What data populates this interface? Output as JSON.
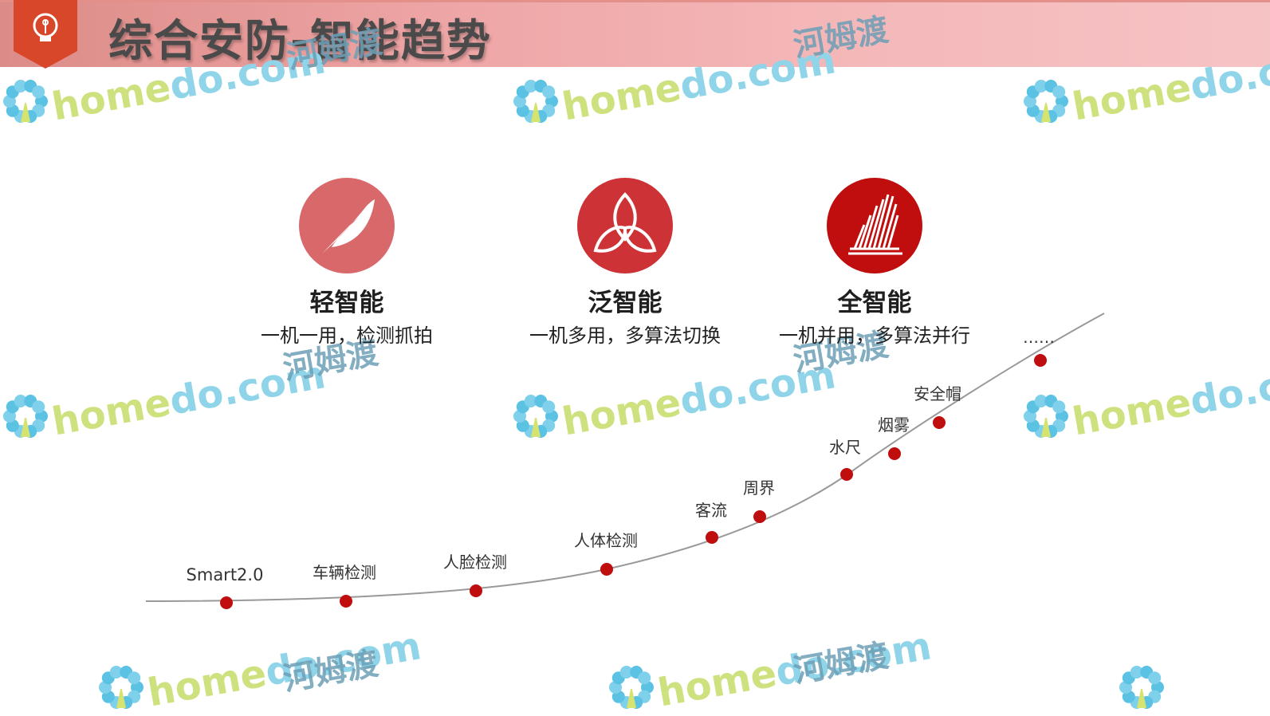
{
  "header": {
    "title": "综合安防-智能趋势",
    "badge_icon": "lightbulb-icon",
    "accent_color": "#d9472b"
  },
  "phases": [
    {
      "icon": "feather-icon",
      "title": "轻智能",
      "desc": "一机一用，检测抓拍",
      "color": "#d9686a"
    },
    {
      "icon": "trefoil-icon",
      "title": "泛智能",
      "desc": "一机多用，多算法切换",
      "color": "#cd3336"
    },
    {
      "icon": "fan-icon",
      "title": "全智能",
      "desc": "一机并用，多算法并行",
      "color": "#c00d0d"
    }
  ],
  "timeline": {
    "line_color": "#999999",
    "point_color": "#c00d0d",
    "points": [
      {
        "label": "Smart2.0"
      },
      {
        "label": "车辆检测"
      },
      {
        "label": "人脸检测"
      },
      {
        "label": "人体检测"
      },
      {
        "label": "客流"
      },
      {
        "label": "周界"
      },
      {
        "label": "水尺"
      },
      {
        "label": "烟雾"
      },
      {
        "label": "安全帽"
      },
      {
        "label": "……"
      }
    ]
  },
  "watermark": {
    "part1": "home",
    "part2": "do",
    "part3": ".com",
    "cn": "河姆渡",
    "logo_icon": "flower-logo-icon"
  }
}
